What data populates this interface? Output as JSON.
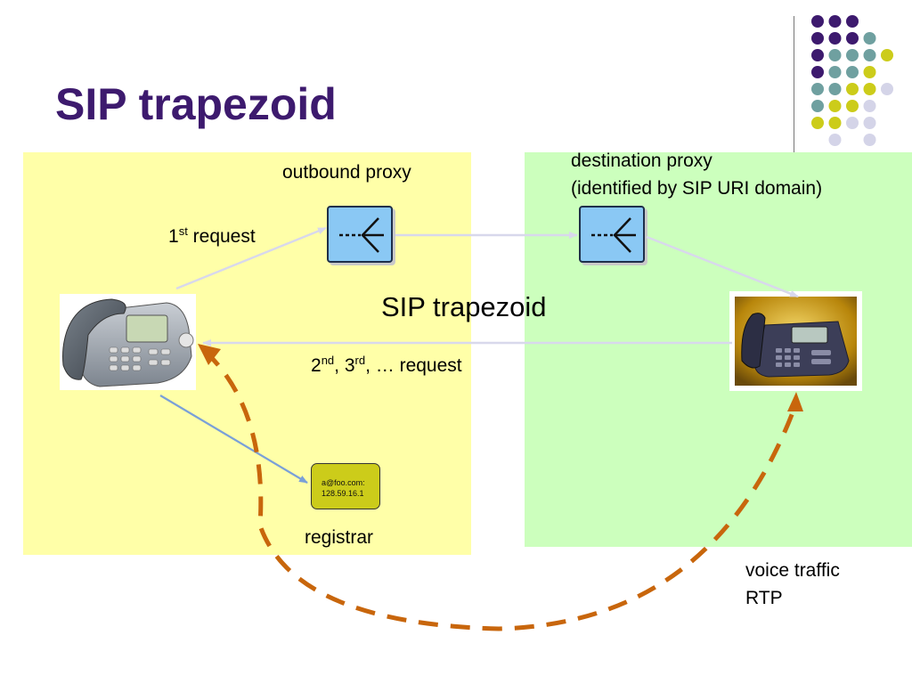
{
  "slide": {
    "title": "SIP trapezoid",
    "accent_color": "#3d1a6e",
    "center_label": "SIP trapezoid"
  },
  "decoration": {
    "dot_colors": {
      "purple": "#3d1a6e",
      "teal": "#6fa0a0",
      "yellow": "#cccc1a",
      "lavender": "#d4d4e8"
    }
  },
  "regions": {
    "local_domain_color": "#ffffa8",
    "destination_domain_color": "#ccffbd"
  },
  "labels": {
    "outbound_proxy": "outbound proxy",
    "destination_proxy_line1": "destination proxy",
    "destination_proxy_line2": "(identified by SIP URI domain)",
    "first_request_num": "1",
    "first_request_sup": "st",
    "first_request_text": " request",
    "later_request_num1": "2",
    "later_request_sup1": "nd",
    "later_request_sep": ", 3",
    "later_request_sup2": "rd",
    "later_request_text": ", … request",
    "registrar": "registrar",
    "voice_traffic_line1": "voice traffic",
    "voice_traffic_line2": "RTP"
  },
  "registrar_entry": {
    "line1": "a@foo.com:",
    "line2": "128.59.16.1"
  },
  "icons": {
    "outbound_proxy": "proxy-icon",
    "destination_proxy": "proxy-icon",
    "caller": "desk-phone-icon",
    "callee": "desk-phone-icon"
  },
  "colors": {
    "proxy_fill": "#8ac8f4",
    "signaling_arrow": "#d8d8ec",
    "registration_arrow": "#7aa0d8",
    "rtp_arrow": "#c8660c"
  }
}
